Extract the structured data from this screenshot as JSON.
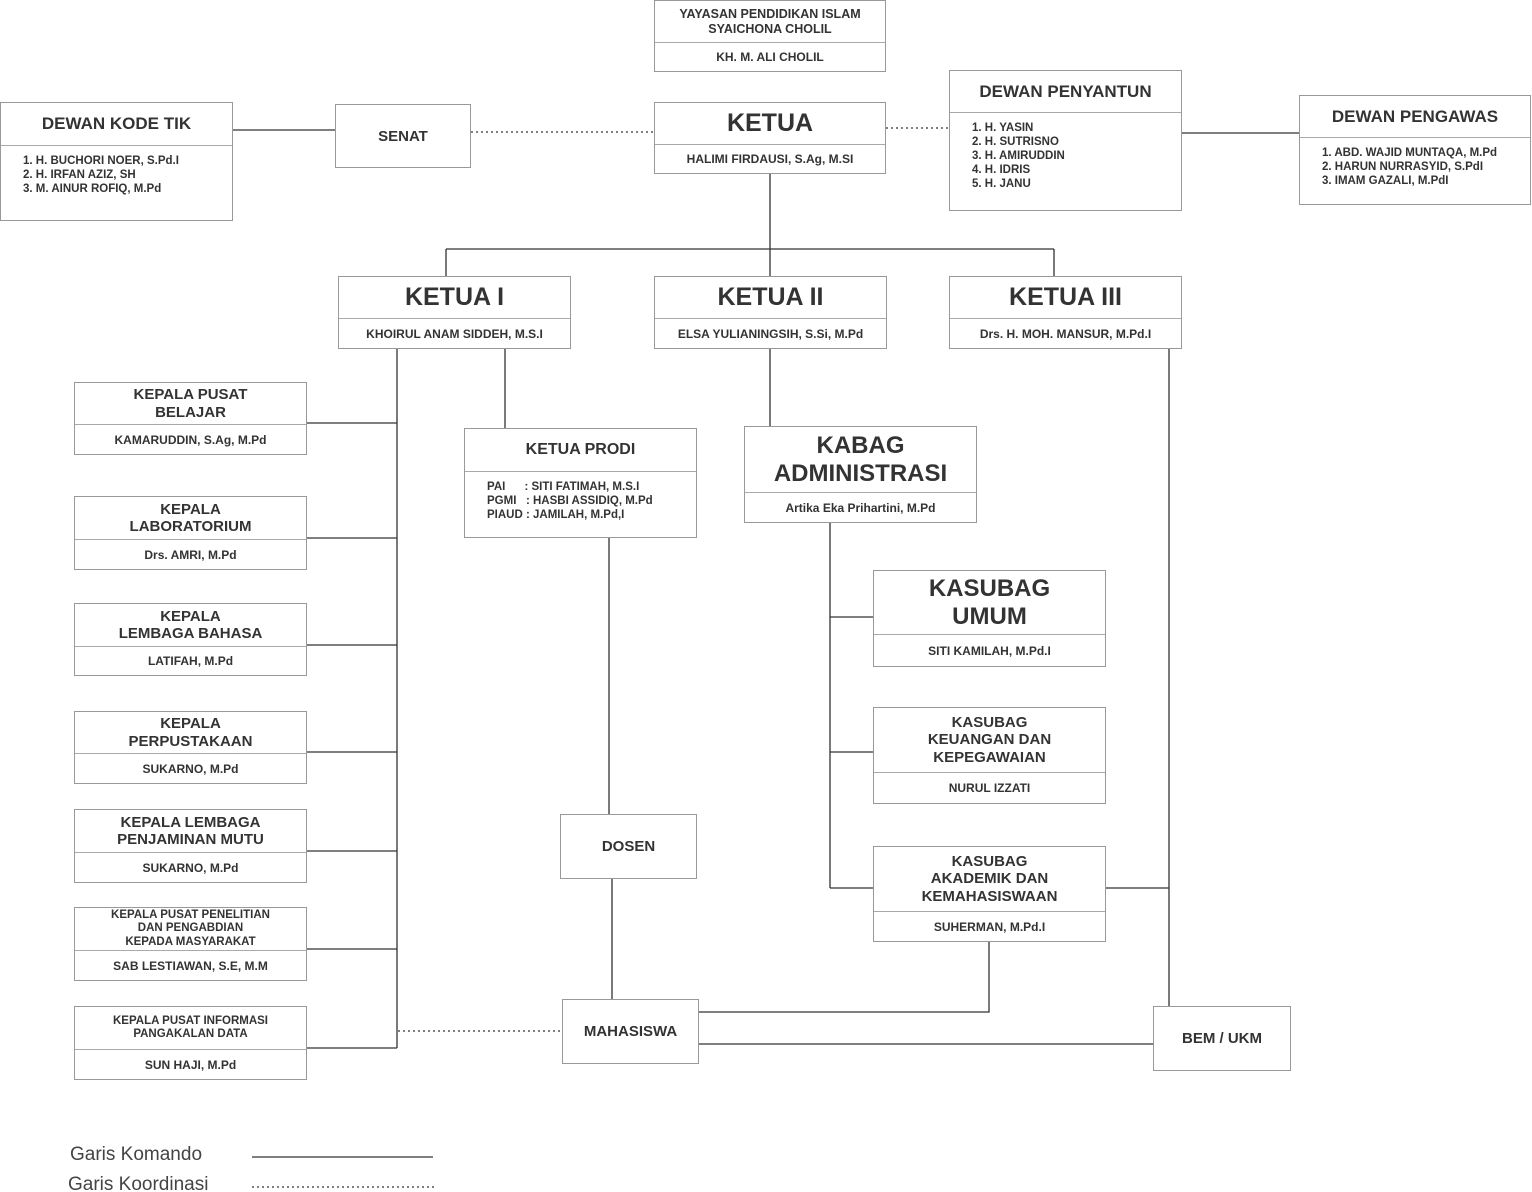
{
  "yayasan": {
    "title": "YAYASAN PENDIDIKAN ISLAM\nSYAICHONA CHOLIL",
    "name": "KH. M. ALI CHOLIL"
  },
  "ketua": {
    "title": "KETUA",
    "name": "HALIMI FIRDAUSI, S.Ag, M.SI"
  },
  "senat": {
    "title": "SENAT"
  },
  "dewan_kode_etik": {
    "title": "DEWAN KODE TIK",
    "members": [
      "1. H. BUCHORI NOER, S.Pd.I",
      "2. H. IRFAN AZIZ, SH",
      "3. M. AINUR ROFIQ, M.Pd"
    ]
  },
  "dewan_penyantun": {
    "title": "DEWAN PENYANTUN",
    "members": [
      "1. H. YASIN",
      "2. H. SUTRISNO",
      "3. H. AMIRUDDIN",
      "4. H. IDRIS",
      "5. H. JANU"
    ]
  },
  "dewan_pengawas": {
    "title": "DEWAN PENGAWAS",
    "members": [
      "1. ABD. WAJID MUNTAQA, M.Pd",
      "2. HARUN NURRASYID, S.PdI",
      "3. IMAM GAZALI, M.PdI"
    ]
  },
  "ketua1": {
    "title": "KETUA I",
    "name": "KHOIRUL ANAM SIDDEH, M.S.I"
  },
  "ketua2": {
    "title": "KETUA II",
    "name": "ELSA YULIANINGSIH, S.Si, M.Pd"
  },
  "ketua3": {
    "title": "KETUA III",
    "name": "Drs. H. MOH. MANSUR, M.Pd.I"
  },
  "units": [
    {
      "title": "KEPALA PUSAT\nBELAJAR",
      "name": "KAMARUDDIN, S.Ag, M.Pd"
    },
    {
      "title": "KEPALA\nLABORATORIUM",
      "name": "Drs. AMRI, M.Pd"
    },
    {
      "title": "KEPALA\nLEMBAGA BAHASA",
      "name": "LATIFAH, M.Pd"
    },
    {
      "title": "KEPALA\nPERPUSTAKAAN",
      "name": "SUKARNO, M.Pd"
    },
    {
      "title": "KEPALA LEMBAGA\nPENJAMINAN MUTU",
      "name": "SUKARNO, M.Pd"
    },
    {
      "title": "KEPALA PUSAT PENELITIAN\nDAN PENGABDIAN\nKEPADA MASYARAKAT",
      "name": "SAB LESTIAWAN, S.E, M.M"
    },
    {
      "title": "KEPALA PUSAT INFORMASI\nPANGAKALAN DATA",
      "name": "SUN HAJI, M.Pd"
    }
  ],
  "ketua_prodi": {
    "title": "KETUA PRODI",
    "members": [
      "PAI      : SITI FATIMAH, M.S.I",
      "PGMI   : HASBI ASSIDIQ, M.Pd",
      "PIAUD : JAMILAH, M.Pd,I"
    ]
  },
  "kabag": {
    "title": "KABAG\nADMINISTRASI",
    "name": "Artika Eka Prihartini, M.Pd"
  },
  "kasubag_umum": {
    "title": "KASUBAG\nUMUM",
    "name": "SITI KAMILAH, M.Pd.I"
  },
  "kasubag_keuangan": {
    "title": "KASUBAG\nKEUANGAN DAN\nKEPEGAWAIAN",
    "name": "NURUL IZZATI"
  },
  "kasubag_akademik": {
    "title": "KASUBAG\nAKADEMIK DAN\nKEMAHASISWAAN",
    "name": "SUHERMAN, M.Pd.I"
  },
  "dosen": {
    "title": "DOSEN"
  },
  "mahasiswa": {
    "title": "MAHASISWA"
  },
  "bem": {
    "title": "BEM / UKM"
  },
  "legend": {
    "komando": "Garis Komando",
    "koordinasi": "Garis Koordinasi"
  }
}
